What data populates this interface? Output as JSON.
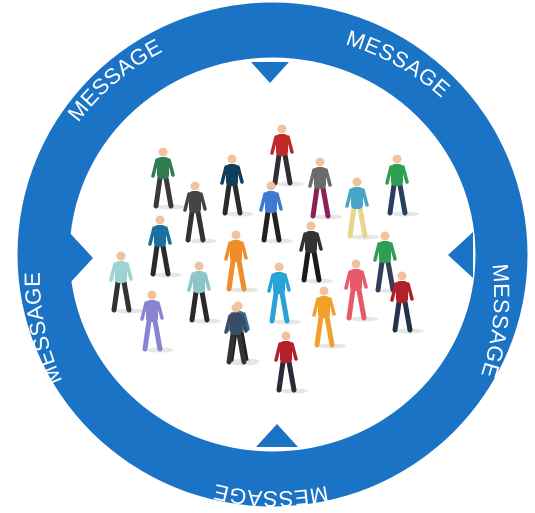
{
  "colors": {
    "ring": "#1a73c5",
    "label": "#ffffff",
    "background": "#ffffff",
    "skin": "#f1c29c",
    "shadow": "#e6e6e6"
  },
  "ring_labels": [
    "MESSAGE",
    "MESSAGE",
    "MESSAGE",
    "MESSAGE",
    "MESSAGE"
  ],
  "crowd": [
    {
      "name": "walking-person-1",
      "top_color": "#2f7d4f",
      "bottom_color": "#3a3a3a"
    },
    {
      "name": "walking-person-2",
      "top_color": "#444444",
      "bottom_color": "#333333"
    },
    {
      "name": "walking-person-3",
      "top_color": "#0f3f5f",
      "bottom_color": "#2b2b2b"
    },
    {
      "name": "walking-person-4",
      "top_color": "#c02929",
      "bottom_color": "#2e2e3a"
    },
    {
      "name": "walking-person-5",
      "top_color": "#6b6b6b",
      "bottom_color": "#8b1f5c"
    },
    {
      "name": "walking-person-6",
      "top_color": "#2e9e52",
      "bottom_color": "#2a3f5f"
    },
    {
      "name": "walking-person-7",
      "top_color": "#4aa3c9",
      "bottom_color": "#e8d68f"
    },
    {
      "name": "walking-person-8",
      "top_color": "#3c7bd1",
      "bottom_color": "#222222"
    },
    {
      "name": "walking-person-9",
      "top_color": "#1b6ea0",
      "bottom_color": "#2a2a2a"
    },
    {
      "name": "walking-person-10",
      "top_color": "#2e9e52",
      "bottom_color": "#333f5a"
    },
    {
      "name": "walking-person-11",
      "top_color": "#f08c2a",
      "bottom_color": "#f08c2a"
    },
    {
      "name": "walking-person-12",
      "top_color": "#333333",
      "bottom_color": "#1a1a1a"
    },
    {
      "name": "walking-person-13",
      "top_color": "#3a6c9a",
      "bottom_color": "#222222"
    },
    {
      "name": "walking-person-14",
      "top_color": "#8cc6c9",
      "bottom_color": "#2a2a2a"
    },
    {
      "name": "walking-person-15",
      "top_color": "#9bd3d3",
      "bottom_color": "#333333"
    },
    {
      "name": "walking-person-16",
      "top_color": "#27a3d6",
      "bottom_color": "#27a3d6"
    },
    {
      "name": "walking-person-17",
      "top_color": "#e85a6a",
      "bottom_color": "#e85a6a"
    },
    {
      "name": "walking-person-18",
      "top_color": "#b3202a",
      "bottom_color": "#22334a"
    },
    {
      "name": "walking-person-19",
      "top_color": "#8a83d1",
      "bottom_color": "#8a83d1"
    },
    {
      "name": "walking-person-20",
      "top_color": "#394c66",
      "bottom_color": "#333333"
    },
    {
      "name": "walking-person-21",
      "top_color": "#f2a02c",
      "bottom_color": "#f2a02c"
    },
    {
      "name": "walking-person-22",
      "top_color": "#b3202a",
      "bottom_color": "#2a2a3a"
    }
  ]
}
